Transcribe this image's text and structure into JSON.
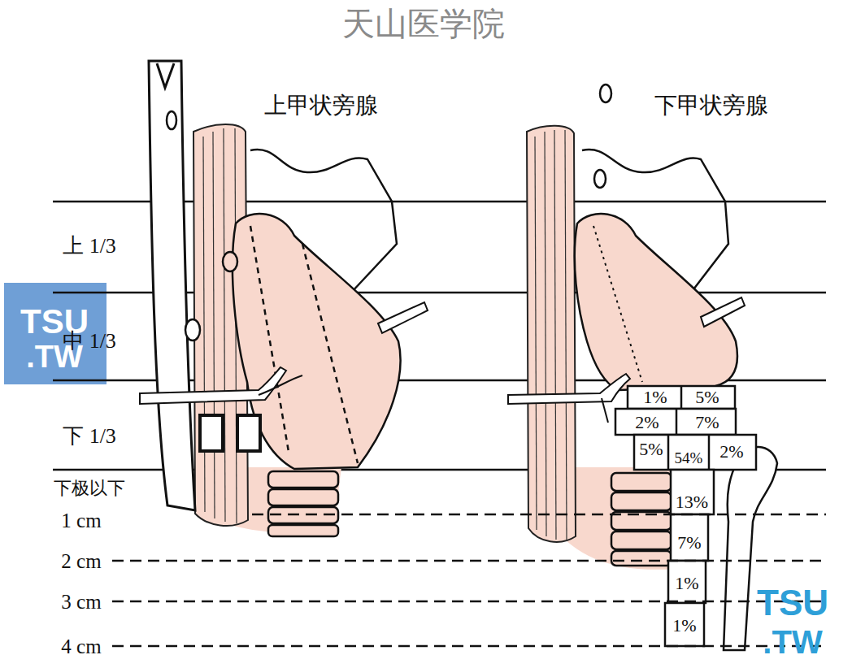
{
  "diagram": {
    "labels": [
      "天山医学院",
      "上甲状旁腺",
      "下甲状旁腺",
      "上 1/3",
      "TSU",
      ".TW",
      "中 1/3",
      "下 1/3",
      "下极以下",
      "1 cm",
      "2 cm",
      "3 cm",
      "4 cm",
      "1%",
      "5%",
      "2%",
      "7%",
      "5%",
      "54%",
      "2%",
      "13%",
      "7%",
      "1%",
      "1%",
      "TSU",
      ".TW"
    ]
  }
}
